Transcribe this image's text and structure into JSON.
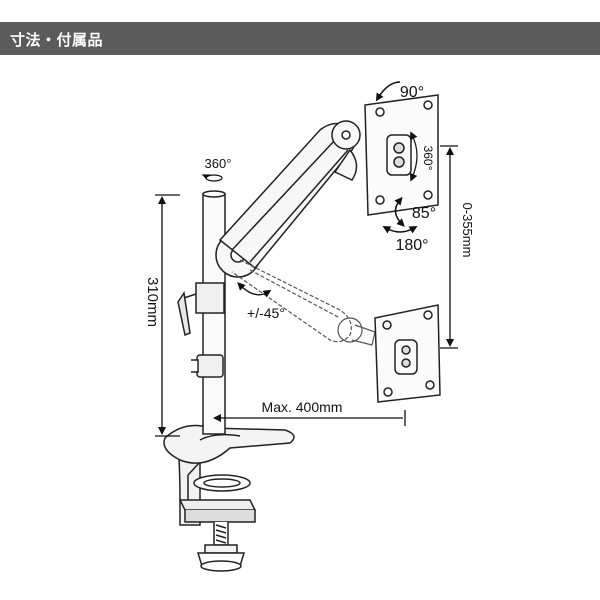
{
  "header": {
    "title": "寸法・付属品"
  },
  "labels": {
    "pole_rotation": "360°",
    "tilt_up": "90°",
    "mount_rotation": "360°",
    "tilt_range": "85°",
    "swivel": "180°",
    "height_range": "0-355mm",
    "pole_height": "310mm",
    "arm_angle": "+/-45°",
    "arm_reach": "Max. 400mm"
  },
  "colors": {
    "header_bg": "#5b5b5b",
    "line": "#222222"
  }
}
